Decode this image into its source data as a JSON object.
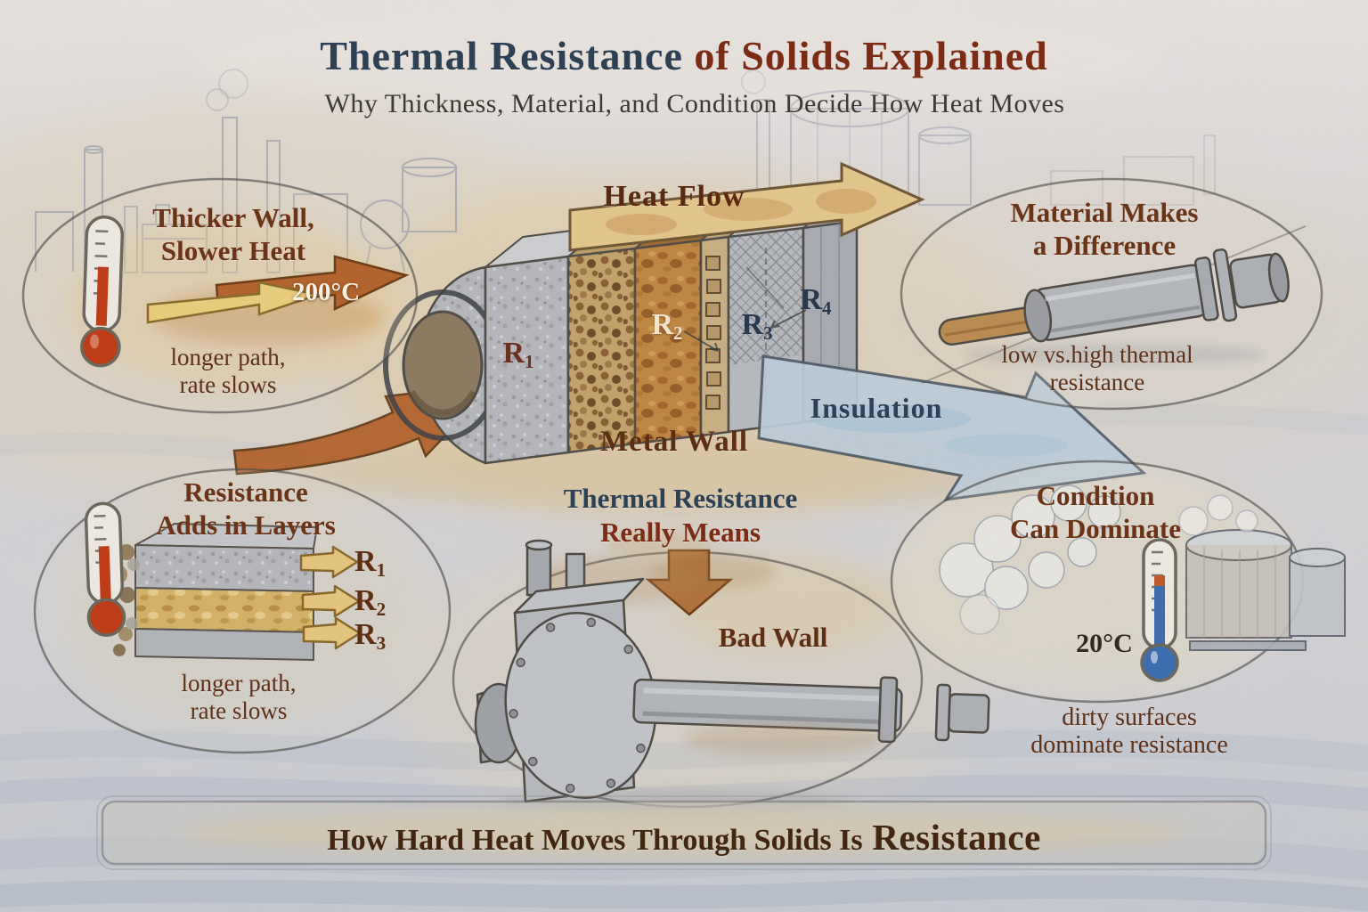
{
  "header": {
    "title_main": "Thermal Resistance",
    "title_accent": " of Solids Explained",
    "subtitle": "Why Thickness, Material, and Condition Decide How Heat Moves"
  },
  "scene": {
    "heat_flow": "Heat Flow",
    "metal_wall": "Metal Wall",
    "insulation": "Insulation",
    "r1": {
      "base": "R",
      "sub": "1"
    },
    "r2": {
      "base": "R",
      "sub": "2"
    },
    "r3": {
      "base": "R",
      "sub": "3"
    },
    "r4": {
      "base": "R",
      "sub": "4"
    }
  },
  "bubble_thicker": {
    "title1": "Thicker Wall,",
    "title2": "Slower Heat",
    "temp": "200°C",
    "cap1": "longer path,",
    "cap2": "rate slows"
  },
  "bubble_material": {
    "title1": "Material Makes",
    "title2": "a Difference",
    "cap1": "low vs.high thermal",
    "cap2": "resistance"
  },
  "bubble_layers": {
    "title1": "Resistance",
    "title2": "Adds in Layers",
    "r1": {
      "base": "R",
      "sub": "1"
    },
    "r2": {
      "base": "R",
      "sub": "2"
    },
    "r3": {
      "base": "R",
      "sub": "3"
    },
    "cap1": "longer path,",
    "cap2": "rate slows"
  },
  "bubble_meaning": {
    "title1": "Thermal Resistance",
    "title2": "Really Means",
    "label": "Bad Wall"
  },
  "bubble_condition": {
    "title1": "Condition",
    "title2": "Can Dominate",
    "temp": "20°C",
    "cap1": "dirty surfaces",
    "cap2": "dominate resistance"
  },
  "footer": {
    "lead": "How Hard Heat Moves Through Solids Is",
    "emph": " Resistance"
  },
  "palette": {
    "title_navy": "#2e4054",
    "title_maroon": "#7c2b15",
    "label_brown": "#6b3417",
    "label_navy": "#27384f",
    "arrow_rust": "#b4622a",
    "arrow_yellow": "#ecd07c",
    "arrow_tan": "#e7c98e",
    "arrow_blue": "#bdd0df"
  }
}
